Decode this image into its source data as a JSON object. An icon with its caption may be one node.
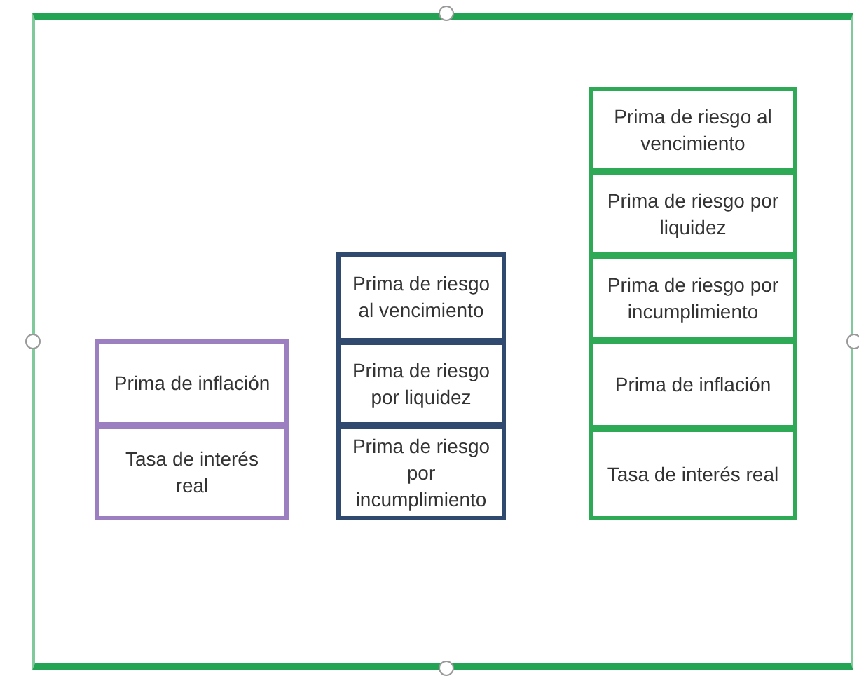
{
  "diagram": {
    "nodes": [
      {
        "text": [
          "Prima de inflación"
        ]
      },
      {
        "text": [
          "Tasa de interés real"
        ]
      },
      {
        "text": [
          "Prima de riesgo al vencimiento"
        ]
      },
      {
        "text": [
          "Prima de riesgo por liquidez"
        ]
      },
      {
        "text": [
          "Prima de riesgo por incumplimiento"
        ]
      },
      {
        "text": [
          "Prima de riesgo al vencimiento"
        ]
      },
      {
        "text": [
          "Prima de riesgo por liquidez"
        ]
      },
      {
        "text": [
          "Prima de riesgo por incumplimiento"
        ]
      },
      {
        "text": [
          "Prima de inflación"
        ]
      },
      {
        "text": [
          "Tasa de interés real"
        ]
      }
    ]
  }
}
